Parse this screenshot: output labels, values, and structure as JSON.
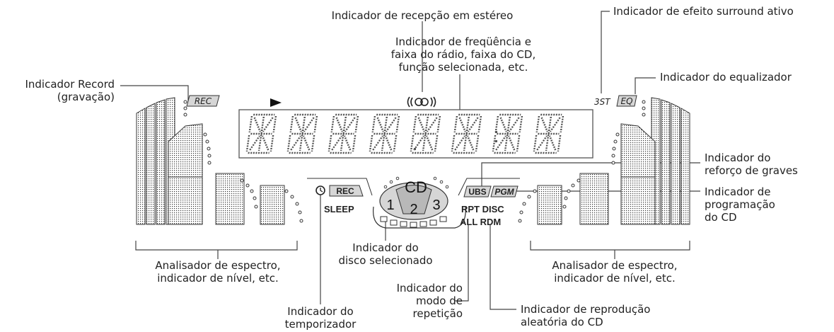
{
  "callouts": {
    "stereo": [
      "Indicador de recepção em estéreo"
    ],
    "surround": [
      "Indicador de efeito surround ativo"
    ],
    "frequency": [
      "Indicador de freqüência e",
      "faixa do rádio, faixa do CD,",
      "função selecionada, etc."
    ],
    "record": [
      "Indicador Record",
      "(gravação)"
    ],
    "equalizer": [
      "Indicador do equalizador"
    ],
    "bass": [
      "Indicador do",
      "reforço de graves"
    ],
    "program": [
      "Indicador de",
      "programação",
      "do CD"
    ],
    "spectrum_left": [
      "Analisador de espectro,",
      "indicador de nível, etc."
    ],
    "spectrum_right": [
      "Analisador de espectro,",
      "indicador de nível, etc."
    ],
    "disc": [
      "Indicador do",
      "disco selecionado"
    ],
    "repeat": [
      "Indicador do",
      "modo de",
      "repetição"
    ],
    "timer": [
      "Indicador do",
      "temporizador"
    ],
    "random": [
      "Indicador de reprodução",
      "aleatória do CD"
    ]
  },
  "display": {
    "rec_top": "REC",
    "three_st": "3ST",
    "eq": "EQ",
    "cd": "CD",
    "discs": [
      "1",
      "2",
      "3"
    ],
    "rec_timer": "REC",
    "sleep": "SLEEP",
    "ubs": "UBS",
    "pgm": "PGM",
    "rpt_disc": "RPT DISC",
    "all_rdm": "ALL RDM"
  }
}
